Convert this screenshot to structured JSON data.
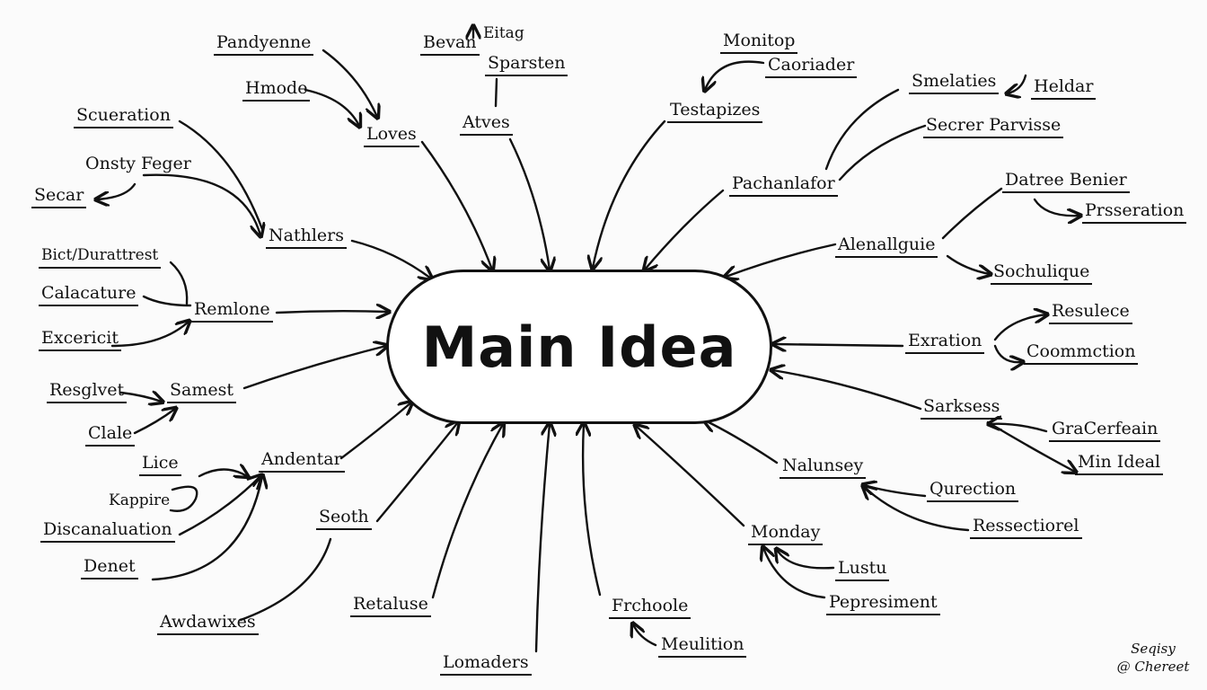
{
  "center": {
    "label": "Main Idea"
  },
  "nodes": [
    "Pandyenne",
    "Hmode",
    "Loves",
    "Bevan",
    "Eitag",
    "Sparsten",
    "Atves",
    "Monitop",
    "Caoriader",
    "Testapizes",
    "Smelaties",
    "Heldar",
    "Secrer Parvisse",
    "Pachanlafor",
    "Datree Benier",
    "Prsseration",
    "Alenallguie",
    "Sochulique",
    "Resulece",
    "Exration",
    "Coommction",
    "Sarksess",
    "GraCerfeain",
    "Min Ideal",
    "Nalunsey",
    "Qurection",
    "Ressectiorel",
    "Monday",
    "Lustu",
    "Pepresiment",
    "Frchoole",
    "Meulition",
    "Lomaders",
    "Retaluse",
    "Seoth",
    "Awdawixes",
    "Andentar",
    "Lice",
    "Kappire",
    "Discanaluation",
    "Denet",
    "Resglvet",
    "Clale",
    "Samest",
    "Bict/Durattrest",
    "Calacature",
    "Excericit",
    "Remlone",
    "Scueration",
    "Onsty Feger",
    "Secar",
    "Nathlers"
  ],
  "signature": {
    "line1": "Seqisy",
    "line2": "@ Chereet"
  }
}
